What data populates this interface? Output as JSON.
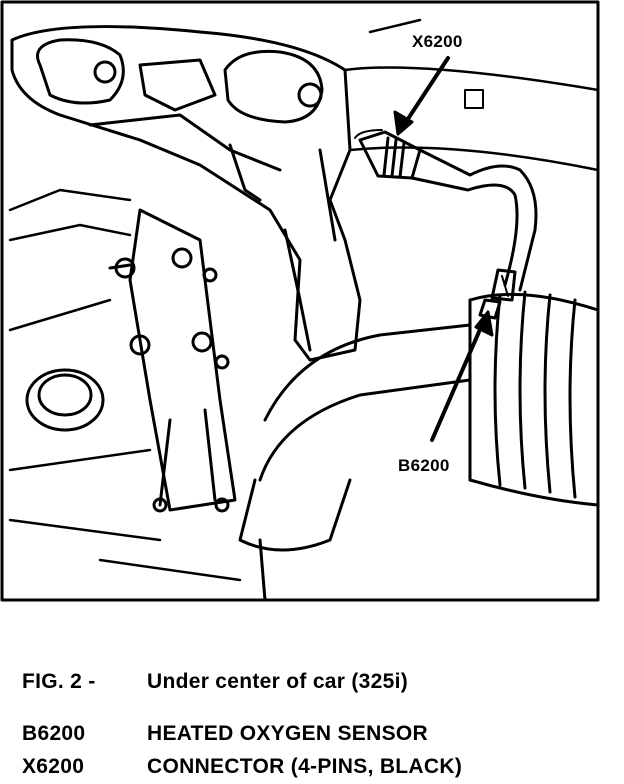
{
  "callouts": {
    "x6200": "X6200",
    "b6200": "B6200"
  },
  "caption": {
    "figure_label": "FIG. 2 -",
    "figure_title": "Under center of car (325i)",
    "legend": [
      {
        "code": "B6200",
        "description": "HEATED OXYGEN SENSOR"
      },
      {
        "code": "X6200",
        "description": "CONNECTOR (4-PINS, BLACK)"
      }
    ]
  },
  "colors": {
    "line": "#000000",
    "background": "#ffffff"
  }
}
